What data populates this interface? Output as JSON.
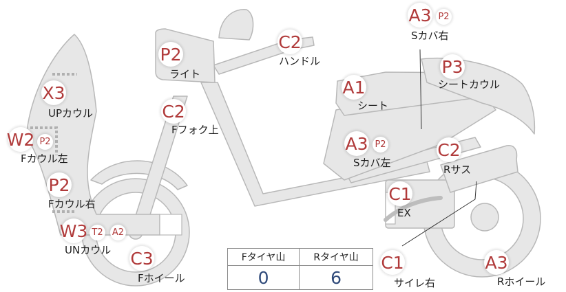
{
  "parts": [
    {
      "key": "s-cover-right",
      "grade": "A3",
      "sub": "P2",
      "label": "Sカバ右"
    },
    {
      "key": "handle",
      "grade": "C2",
      "label": "ハンドル"
    },
    {
      "key": "light",
      "grade": "P2",
      "label": "ライト"
    },
    {
      "key": "seat-cowl",
      "grade": "P3",
      "label": "シートカウル"
    },
    {
      "key": "seat",
      "grade": "A1",
      "label": "シート"
    },
    {
      "key": "up-cowl",
      "grade": "X3",
      "label": "UPカウル"
    },
    {
      "key": "f-fork-upper",
      "grade": "C2",
      "label": "Fフォク上"
    },
    {
      "key": "f-cowl-left",
      "grade": "W2",
      "sub": "P2",
      "label": "Fカウル左"
    },
    {
      "key": "s-cover-left",
      "grade": "A3",
      "sub": "P2",
      "label": "Sカバ左"
    },
    {
      "key": "r-suspension",
      "grade": "C2",
      "label": "Rサス"
    },
    {
      "key": "f-cowl-right",
      "grade": "P2",
      "label": "Fカウル右"
    },
    {
      "key": "exhaust",
      "grade": "C1",
      "label": "EX"
    },
    {
      "key": "under-cowl",
      "grade": "W3",
      "subs": [
        "T2",
        "A2"
      ],
      "label": "UNカウル"
    },
    {
      "key": "f-wheel",
      "grade": "C3",
      "label": "Fホイール"
    },
    {
      "key": "silencer-right",
      "grade": "C1",
      "label": "サイレ右"
    },
    {
      "key": "r-wheel",
      "grade": "A3",
      "label": "Rホイール"
    }
  ],
  "tire_tread": {
    "front_label": "Fタイヤ山",
    "rear_label": "Rタイヤ山",
    "front_value": "0",
    "rear_value": "6"
  },
  "colors": {
    "grade_text": "#b03a3a",
    "tread_value": "#2f4a7a",
    "body_fill": "#e6e6e6",
    "body_stroke": "#b5b5b5"
  }
}
